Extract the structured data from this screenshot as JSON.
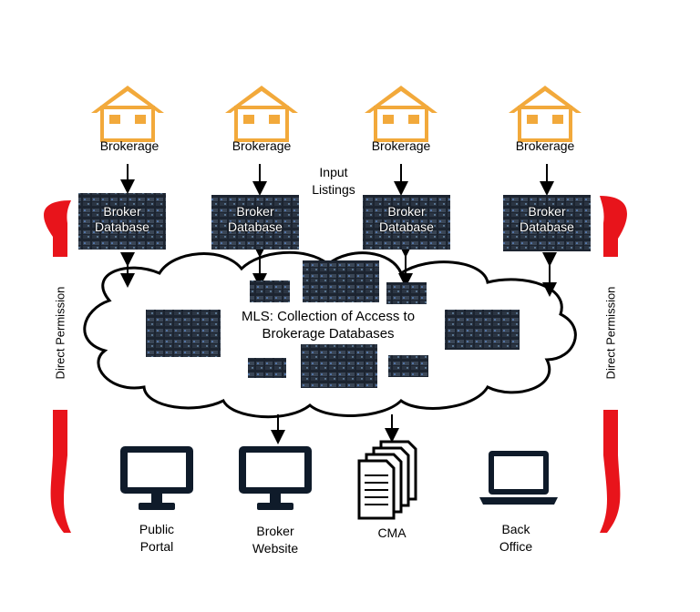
{
  "brokerages": [
    {
      "label": "Brokerage",
      "db_line1": "Broker",
      "db_line2": "Database"
    },
    {
      "label": "Brokerage",
      "db_line1": "Broker",
      "db_line2": "Database"
    },
    {
      "label": "Brokerage",
      "db_line1": "Broker",
      "db_line2": "Database"
    },
    {
      "label": "Brokerage",
      "db_line1": "Broker",
      "db_line2": "Database"
    }
  ],
  "input_listings": {
    "line1": "Input",
    "line2": "Listings"
  },
  "mls": {
    "line1": "MLS: Collection of Access to",
    "line2": "Brokerage Databases"
  },
  "direct_permission": {
    "left": "Direct Permission",
    "right": "Direct Permission"
  },
  "outputs": [
    {
      "line1": "Public",
      "line2": "Portal",
      "icon": "monitor-icon"
    },
    {
      "line1": "Broker",
      "line2": "Website",
      "icon": "monitor-icon"
    },
    {
      "line1": "CMA",
      "line2": "",
      "icon": "documents-icon"
    },
    {
      "line1": "Back",
      "line2": "Office",
      "icon": "laptop-icon"
    }
  ],
  "colors": {
    "house": "#f2a93b",
    "arrow_red": "#e8141b",
    "server": "#1c2430"
  }
}
